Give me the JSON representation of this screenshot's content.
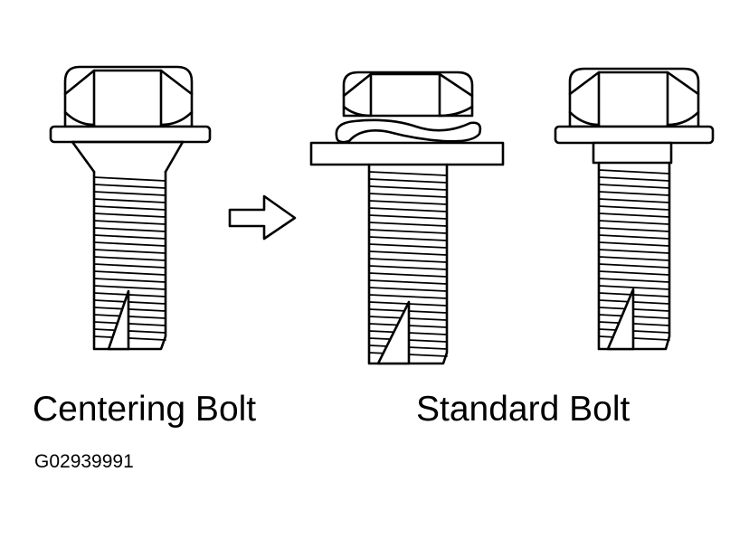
{
  "labels": {
    "centering_bolt": "Centering Bolt",
    "standard_bolt": "Standard Bolt"
  },
  "figure_code": "G02939991",
  "colors": {
    "line": "#000000",
    "background": "#ffffff"
  },
  "icons": {
    "arrow": "right-arrow-icon"
  }
}
